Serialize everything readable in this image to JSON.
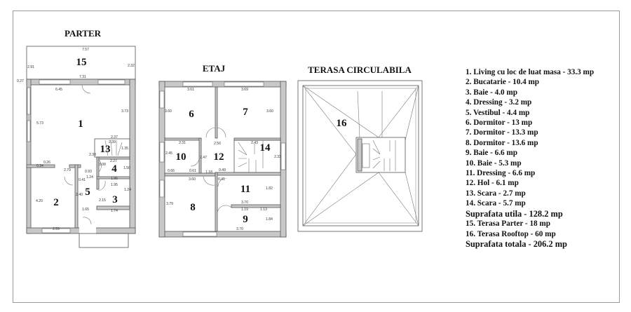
{
  "plans": {
    "parter": {
      "title": "PARTER",
      "rooms": {
        "r1": "1",
        "r2": "2",
        "r3": "3",
        "r4": "4",
        "r5": "5",
        "r13": "13",
        "r15": "15"
      },
      "dims": [
        "7.57",
        "7.31",
        "6.45",
        "2.91",
        "2.32",
        "5.73",
        "3.73",
        "2.37",
        "2.39",
        "1.35",
        "2.38",
        "2.27",
        "3.08",
        "1.50",
        "0.34",
        "0.26",
        "2.79",
        "0.93",
        "1.24",
        "0.41",
        "1.95",
        "1.95",
        "1.24",
        "2.40",
        "2.15",
        "4.20",
        "1.65",
        "1.74",
        "2.59",
        "0.27"
      ]
    },
    "etaj": {
      "title": "ETAJ",
      "rooms": {
        "r6": "6",
        "r7": "7",
        "r8": "8",
        "r9": "9",
        "r10": "10",
        "r11": "11",
        "r12": "12",
        "r14": "14"
      },
      "dims": [
        "3.61",
        "3.69",
        "3.60",
        "3.60",
        "2.31",
        "2.56",
        "2.43",
        "2.45",
        "2.47",
        "2.33",
        "0.66",
        "0.61",
        "3.60",
        "1.18",
        "0.49",
        "0.41",
        "1.82",
        "3.79",
        "3.70",
        "1.19",
        "1.13",
        "1.84",
        "3.70"
      ]
    },
    "terasa": {
      "title": "TERASA CIRCULABILA",
      "rooms": {
        "r16": "16"
      }
    }
  },
  "legend": [
    {
      "text": "1. Living cu loc de luat masa - 33.3 mp",
      "big": false
    },
    {
      "text": "2. Bucatarie - 10.4 mp",
      "big": false
    },
    {
      "text": "3. Baie - 4.0 mp",
      "big": false
    },
    {
      "text": "4. Dressing - 3.2 mp",
      "big": false
    },
    {
      "text": "5. Vestibul - 4.4 mp",
      "big": false
    },
    {
      "text": "6. Dormitor - 13 mp",
      "big": false
    },
    {
      "text": "7. Dormitor - 13.3 mp",
      "big": false
    },
    {
      "text": "8. Dormitor - 13.6 mp",
      "big": false
    },
    {
      "text": "9. Baie - 6.6 mp",
      "big": false
    },
    {
      "text": "10. Baie - 5.3 mp",
      "big": false
    },
    {
      "text": "11. Dressing - 6.6 mp",
      "big": false
    },
    {
      "text": "12. Hol - 6.1 mp",
      "big": false
    },
    {
      "text": "13. Scara - 2.7 mp",
      "big": false
    },
    {
      "text": "14. Scara - 5.7 mp",
      "big": false
    },
    {
      "text": "Suprafata utila - 128.2 mp",
      "big": true
    },
    {
      "text": "15. Terasa Parter - 18 mp",
      "big": false
    },
    {
      "text": "16. Terasa Rooftop - 60 mp",
      "big": false
    },
    {
      "text": "Suprafata totala - 206.2 mp",
      "big": true
    }
  ]
}
